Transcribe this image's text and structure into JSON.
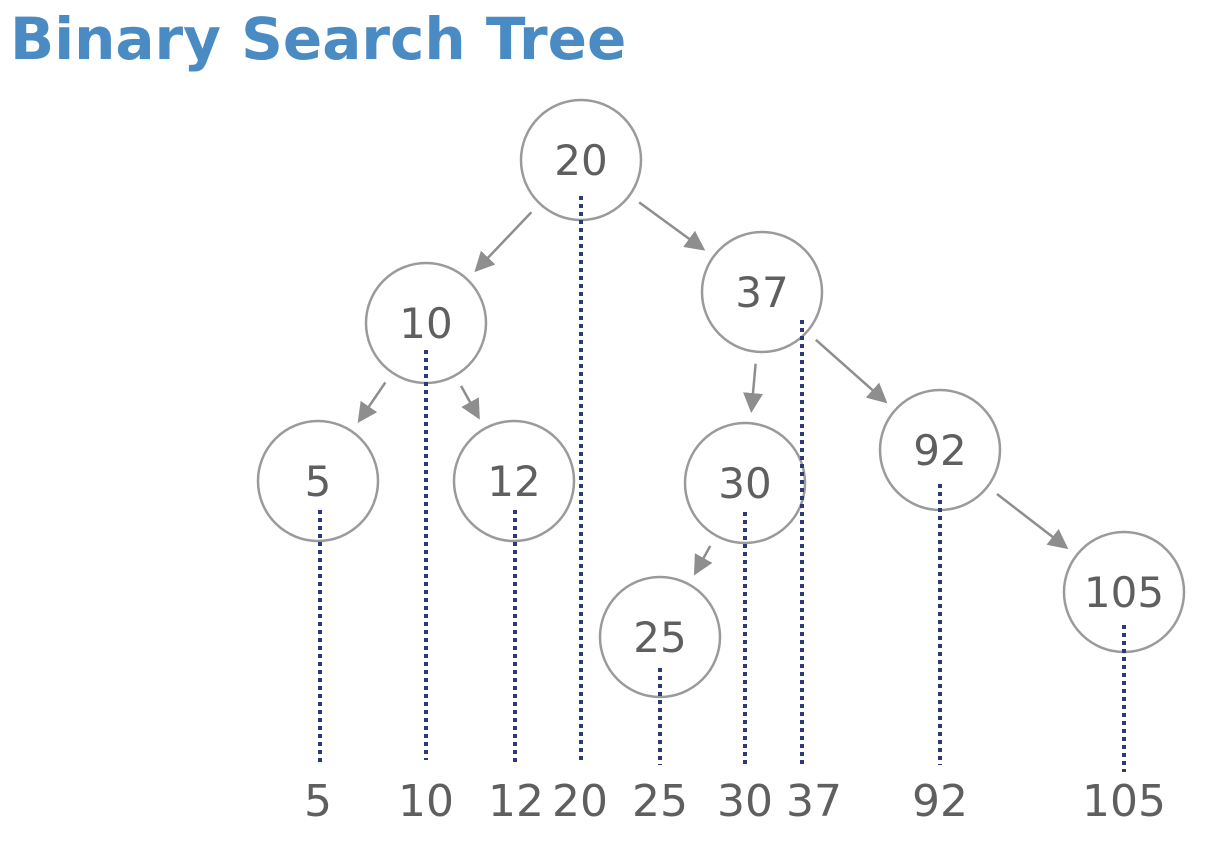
{
  "title": "Binary Search Tree",
  "colors": {
    "title": "#4a8bc4",
    "node_stroke": "#9a9a9a",
    "node_text": "#5f5f5f",
    "edge": "#8e8e8e",
    "guide": "#2c3a78"
  },
  "tree": {
    "nodes": [
      {
        "id": "n20",
        "label": "20"
      },
      {
        "id": "n10",
        "label": "10"
      },
      {
        "id": "n37",
        "label": "37"
      },
      {
        "id": "n5",
        "label": "5"
      },
      {
        "id": "n12",
        "label": "12"
      },
      {
        "id": "n30",
        "label": "30"
      },
      {
        "id": "n92",
        "label": "92"
      },
      {
        "id": "n25",
        "label": "25"
      },
      {
        "id": "n105",
        "label": "105"
      }
    ],
    "edges": [
      {
        "from": "n20",
        "to": "n10"
      },
      {
        "from": "n20",
        "to": "n37"
      },
      {
        "from": "n10",
        "to": "n5"
      },
      {
        "from": "n10",
        "to": "n12"
      },
      {
        "from": "n37",
        "to": "n30"
      },
      {
        "from": "n37",
        "to": "n92"
      },
      {
        "from": "n30",
        "to": "n25"
      },
      {
        "from": "n92",
        "to": "n105"
      }
    ]
  },
  "sorted_sequence": [
    "5",
    "10",
    "12",
    "20",
    "25",
    "30",
    "37",
    "92",
    "105"
  ]
}
